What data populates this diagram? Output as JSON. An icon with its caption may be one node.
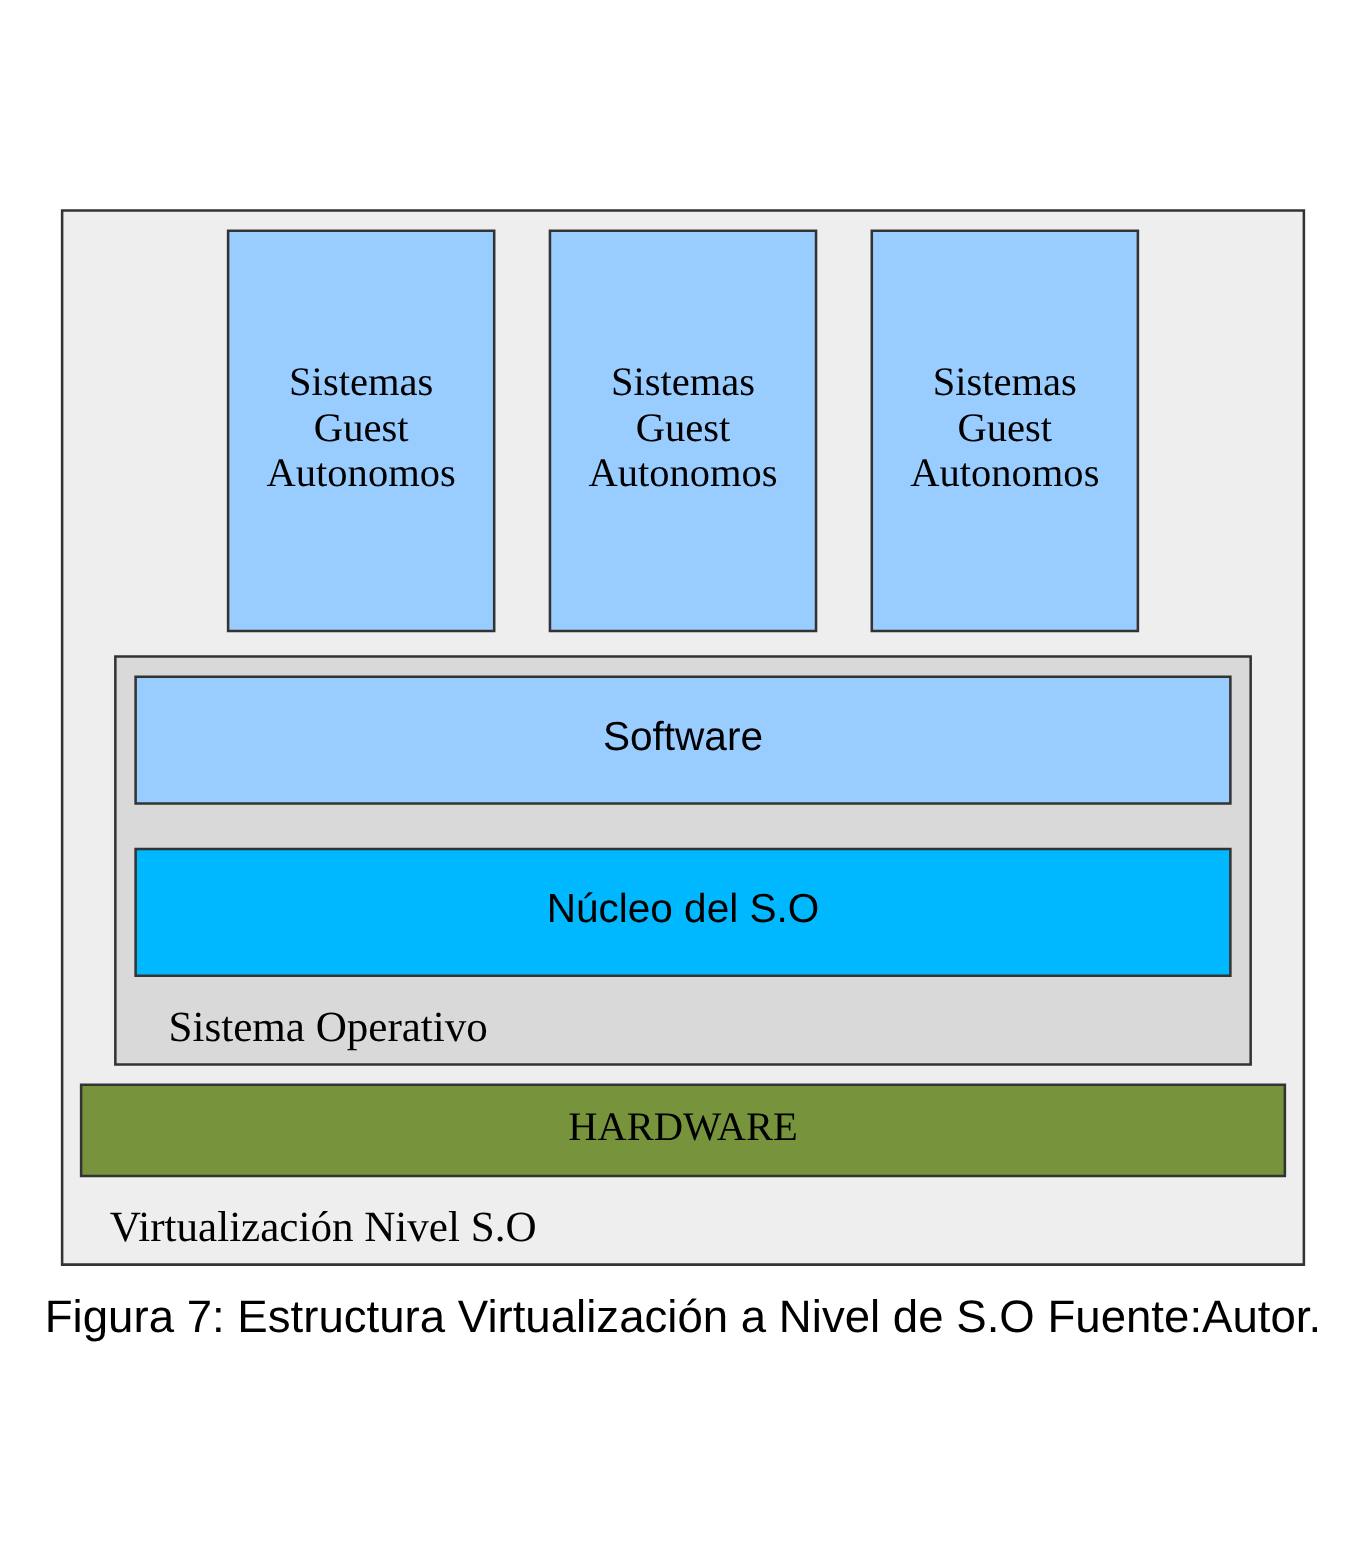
{
  "diagram": {
    "caption": "Figura 7: Estructura Virtualización a Nivel de S.O Fuente:Autor.",
    "nodes": [
      {
        "text": [
          "Virtualización Nivel S.O"
        ]
      },
      {
        "text": [
          "Sistemas Guest Autonomos"
        ],
        "in": 0
      },
      {
        "text": [
          "Sistemas Guest Autonomos"
        ],
        "in": 0
      },
      {
        "text": [
          "Sistemas Guest Autonomos"
        ],
        "in": 0
      },
      {
        "text": [
          "Sistema Operativo"
        ],
        "in": 0
      },
      {
        "text": [
          "Software"
        ],
        "in": 4
      },
      {
        "text": [
          "Núcleo del S.O"
        ],
        "in": 4
      },
      {
        "text": [
          "HARDWARE"
        ],
        "in": 0
      }
    ]
  }
}
